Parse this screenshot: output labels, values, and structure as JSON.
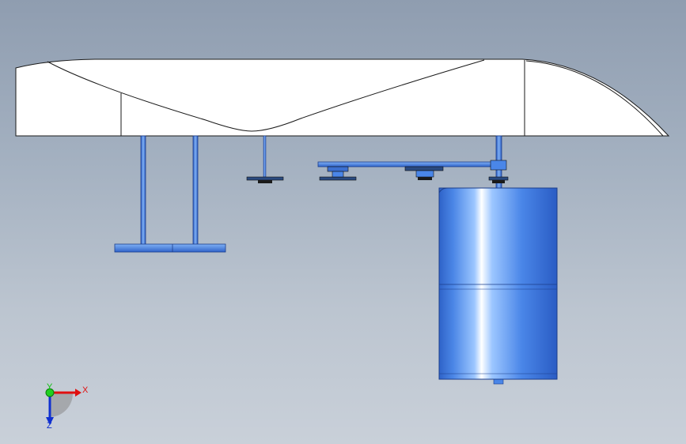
{
  "triad": {
    "x_label": "X",
    "y_label": "Y",
    "z_label": "Z",
    "x_color": "#e01010",
    "y_color": "#10c010",
    "z_color": "#1030d0"
  },
  "model": {
    "body_color": "#ffffff",
    "part_color": "#4a86e8",
    "edge_color": "#1a1a1a"
  }
}
